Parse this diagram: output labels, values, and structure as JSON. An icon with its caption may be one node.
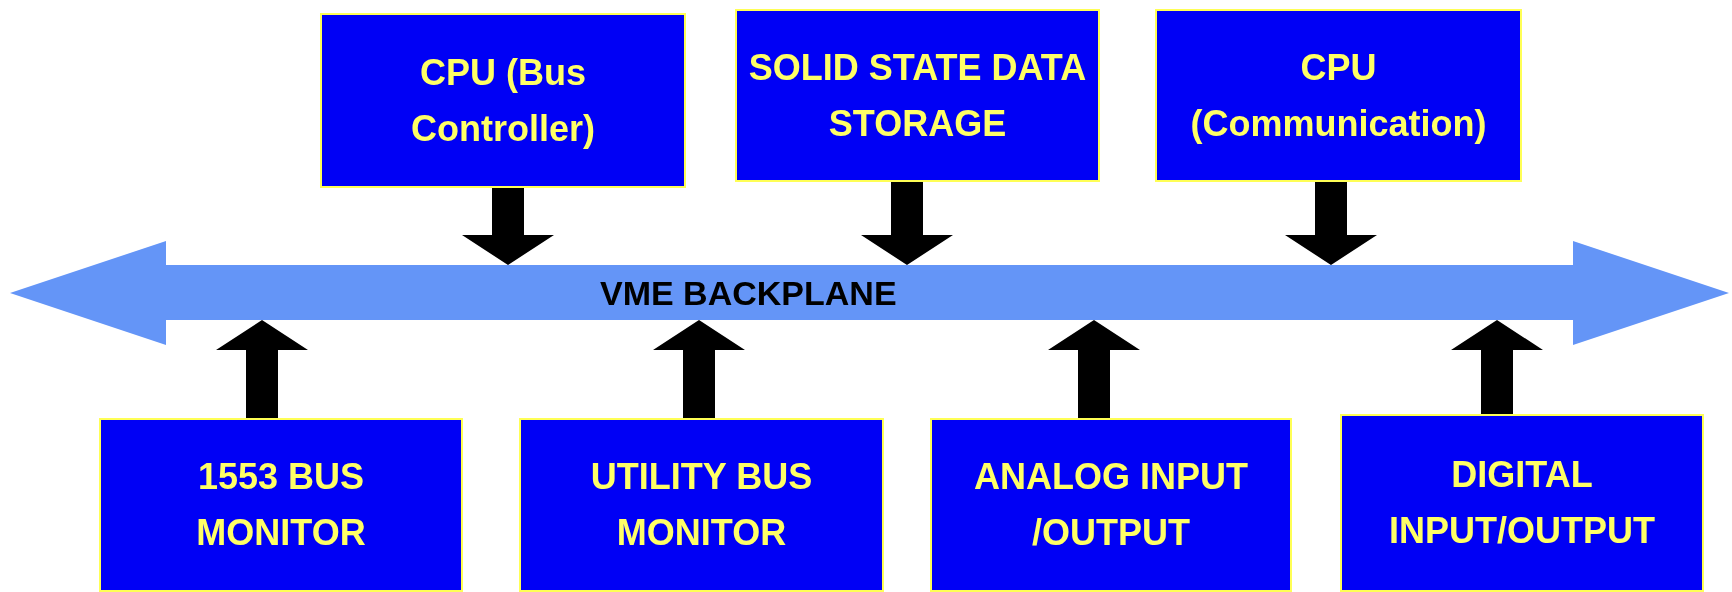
{
  "diagram": {
    "nodes": [
      {
        "text": [
          "CPU (Bus Controller)"
        ]
      },
      {
        "text": [
          "SOLID STATE DATA STORAGE"
        ]
      },
      {
        "text": [
          "CPU (Communication)"
        ]
      },
      {
        "text": [
          "VME BACKPLANE"
        ]
      },
      {
        "text": [
          "1553 BUS MONITOR"
        ]
      },
      {
        "text": [
          "UTILITY BUS MONITOR"
        ]
      },
      {
        "text": [
          "ANALOG INPUT /OUTPUT"
        ]
      },
      {
        "text": [
          "DIGITAL INPUT/OUTPUT"
        ]
      }
    ],
    "edges": [
      {
        "from": 0,
        "to": 3,
        "arrow": "to"
      },
      {
        "from": 1,
        "to": 3,
        "arrow": "to"
      },
      {
        "from": 2,
        "to": 3,
        "arrow": "to"
      },
      {
        "from": 4,
        "to": 3,
        "arrow": "to"
      },
      {
        "from": 5,
        "to": 3,
        "arrow": "to"
      },
      {
        "from": 6,
        "to": 3,
        "arrow": "to"
      },
      {
        "from": 7,
        "to": 3,
        "arrow": "to"
      }
    ]
  }
}
